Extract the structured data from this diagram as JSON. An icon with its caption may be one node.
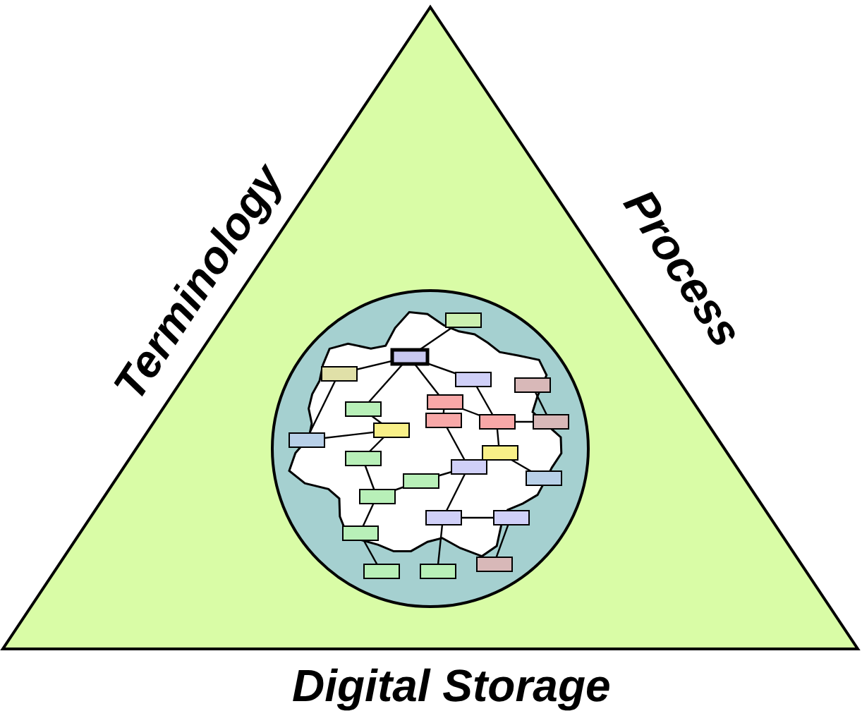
{
  "diagram": {
    "labels": [
      "Terminology",
      "Process",
      "Digital Storage"
    ]
  }
}
